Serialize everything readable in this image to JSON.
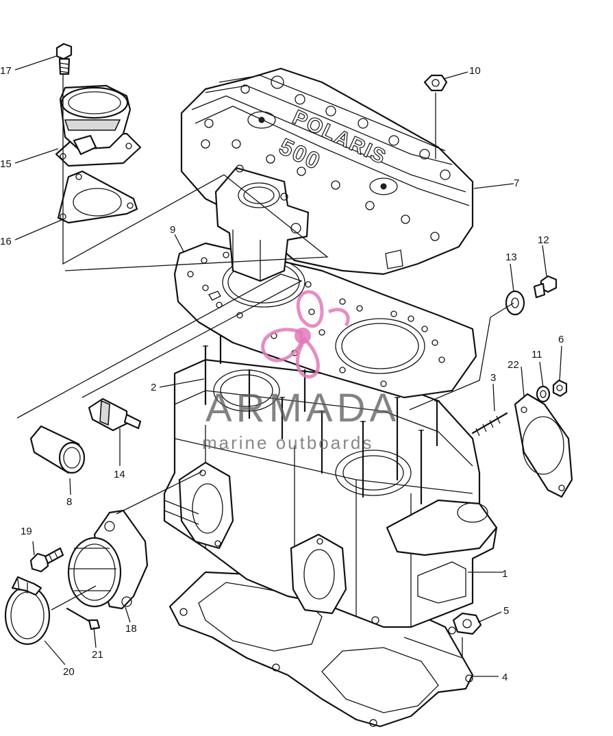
{
  "callouts": [
    "1",
    "2",
    "3",
    "4",
    "5",
    "6",
    "7",
    "8",
    "9",
    "10",
    "11",
    "12",
    "13",
    "14",
    "15",
    "16",
    "17",
    "18",
    "19",
    "20",
    "21",
    "22"
  ],
  "cover_text": {
    "model": "500",
    "brand": "POLARIS"
  },
  "watermark": {
    "brand": "ARMADA",
    "tagline": "marine outboards",
    "logo_color": "#e07ab8"
  },
  "colors": {
    "ink": "#111111",
    "background": "#ffffff"
  }
}
